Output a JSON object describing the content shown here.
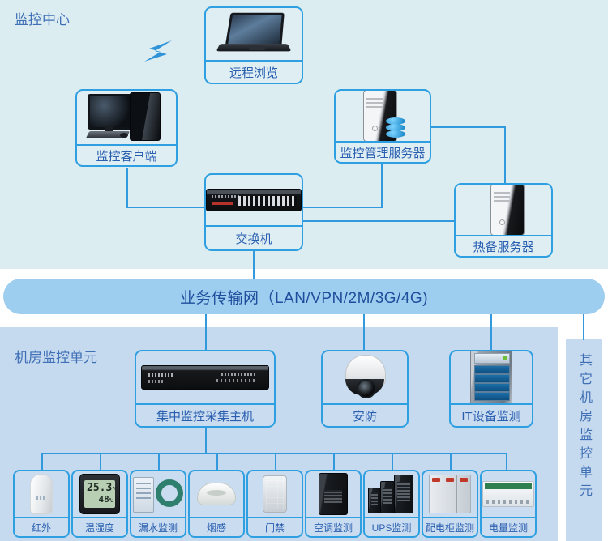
{
  "diagram": {
    "title_top": "监控中心",
    "title_unit": "机房监控单元",
    "network_bar": "业务传输网（LAN/VPN/2M/3G/4G)",
    "side_label": "其它机房监控单元"
  },
  "center_nodes": [
    {
      "id": "remote-browse",
      "label": "远程浏览",
      "icon": "laptop-icon"
    },
    {
      "id": "monitor-client",
      "label": "监控客户端",
      "icon": "desktop-pc-icon"
    },
    {
      "id": "manage-server",
      "label": "监控管理服务器",
      "icon": "server-database-icon"
    },
    {
      "id": "switch",
      "label": "交换机",
      "icon": "rack-switch-icon"
    },
    {
      "id": "hot-standby",
      "label": "热备服务器",
      "icon": "server-icon"
    }
  ],
  "unit_nodes": [
    {
      "id": "collector",
      "label": "集中监控采集主机",
      "icon": "rackmount-host-icon"
    },
    {
      "id": "security",
      "label": "安防",
      "icon": "ptz-dome-camera-icon"
    },
    {
      "id": "it-device",
      "label": "IT设备监测",
      "icon": "it-rack-icon"
    }
  ],
  "sensors": [
    {
      "id": "infrared",
      "label": "红外",
      "icon": "pir-sensor-icon"
    },
    {
      "id": "temp-humid",
      "label": "温湿度",
      "icon": "thermo-hygrometer-icon",
      "readout": {
        "temperature": "25.3",
        "temp_unit": "℃",
        "humidity": "48",
        "humidity_unit": "%"
      }
    },
    {
      "id": "water-leak",
      "label": "漏水监测",
      "icon": "leak-detector-icon"
    },
    {
      "id": "smoke",
      "label": "烟感",
      "icon": "smoke-detector-icon"
    },
    {
      "id": "access",
      "label": "门禁",
      "icon": "access-control-icon"
    },
    {
      "id": "aircon",
      "label": "空调监测",
      "icon": "precision-ac-icon"
    },
    {
      "id": "ups",
      "label": "UPS监测",
      "icon": "ups-icon"
    },
    {
      "id": "power-cabinet",
      "label": "配电柜监测",
      "icon": "power-cabinet-icon"
    },
    {
      "id": "energy-meter",
      "label": "电量监测",
      "icon": "energy-meter-icon"
    }
  ],
  "icons": {
    "wireless_bolt": "lightning-bolt-icon"
  },
  "colors": {
    "panel_top": "#dcedf2",
    "panel_bottom": "#c5d9ef",
    "network_bar": "#9dcdef",
    "line": "#3399dd",
    "node_border": "#2e9fe0",
    "label_text": "#2a5fb0",
    "title_text": "#3f6fb5",
    "bar_text": "#1f4e9c"
  }
}
